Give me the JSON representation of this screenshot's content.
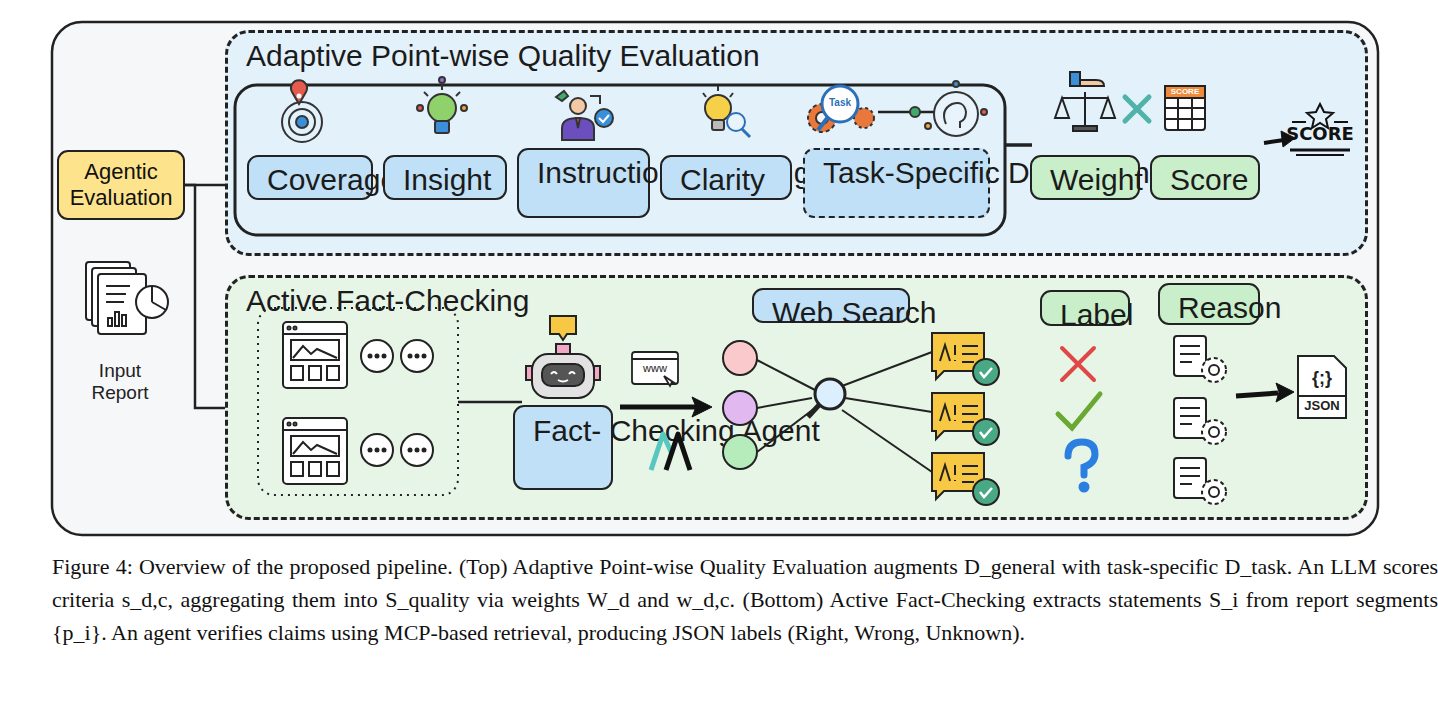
{
  "diagram": {
    "caption": "Figure 4: Overview of the proposed pipeline. (Top) Adaptive Point-wise Quality Evaluation augments D_general with task-specific D_task. An LLM scores criteria s_d,c, aggregating them into S_quality via weights W_d and w_d,c. (Bottom) Active Fact-Checking extracts statements S_i from report segments {p_i}. An agent verifies claims using MCP-based retrieval, producing JSON labels (Right, Wrong, Unknown).",
    "nodes": [
      {
        "text": [
          "Adaptive Point-wise Quality Evaluation"
        ]
      },
      {
        "text": [
          "Coverage"
        ],
        "in": 0
      },
      {
        "text": [
          "Insight"
        ],
        "in": 0
      },
      {
        "text": [
          "Instruction -following"
        ],
        "in": 0
      },
      {
        "text": [
          "Clarity"
        ],
        "in": 0
      },
      {
        "text": [
          "Task-Specific Dimension"
        ],
        "in": 0
      },
      {
        "text": [
          "Weight"
        ],
        "in": 0
      },
      {
        "text": [
          "Score"
        ],
        "in": 0
      },
      {
        "text": [
          "Agentic Evaluation"
        ]
      },
      {
        "text": [
          "Active Fact-Checking"
        ]
      },
      {
        "text": [
          "Fact- Checking Agent"
        ],
        "in": 9
      },
      {
        "text": [
          "Web Search"
        ],
        "in": 9
      },
      {
        "text": [
          "Label"
        ],
        "in": 9
      },
      {
        "text": [
          "Reason"
        ],
        "in": 9
      }
    ],
    "edges": [
      {
        "from": 8,
        "to": 0,
        "arrow": "none"
      },
      {
        "from": 8,
        "to": 9,
        "arrow": "none"
      }
    ],
    "labels": [
      "Task",
      "SCORE",
      "SCORE",
      "Input Report",
      "www",
      "{;}",
      "JSON"
    ]
  }
}
